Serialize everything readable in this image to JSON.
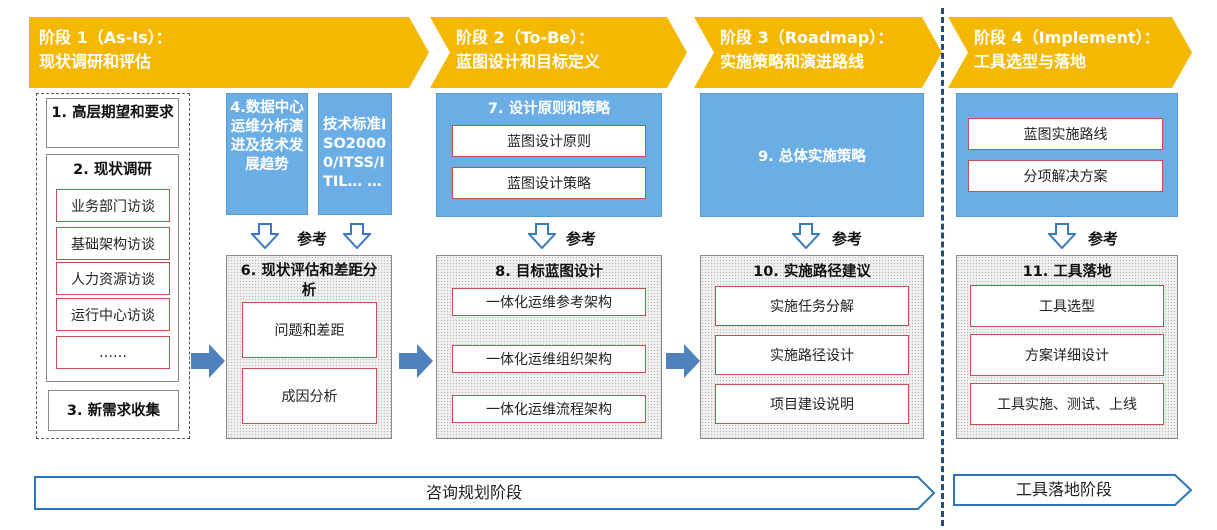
{
  "stages": [
    {
      "line1": "阶段 1（As-Is）：",
      "line2": "现状调研和评估"
    },
    {
      "line1": "阶段 2（To-Be）：",
      "line2": "蓝图设计和目标定义"
    },
    {
      "line1": "阶段 3（Roadmap）：",
      "line2": "实施策略和演进路线"
    },
    {
      "line1": "阶段 4（Implement）：",
      "line2": "工具选型与落地"
    }
  ],
  "col1": {
    "box1": "1. 高层期望和要求",
    "box2_title": "2. 现状调研",
    "interviews": [
      "业务部门访谈",
      "基础架构访谈",
      "人力资源访谈",
      "运行中心访谈",
      "……"
    ],
    "box3": "3. 新需求收集"
  },
  "col2": {
    "blue1": "4.数据中心运维分析演进及技术发展趋势",
    "blue2": "技术标准ISO20000/ITSS/ITIL… …",
    "ref": "参考",
    "box6_title": "6. 现状评估和差距分析",
    "items": [
      "问题和差距",
      "成因分析"
    ]
  },
  "col3": {
    "blue_title": "7. 设计原则和策略",
    "blue_items": [
      "蓝图设计原则",
      "蓝图设计策略"
    ],
    "ref": "参考",
    "box8_title": "8. 目标蓝图设计",
    "items": [
      "一体化运维参考架构",
      "一体化运维组织架构",
      "一体化运维流程架构"
    ]
  },
  "col4": {
    "blue_title": "9. 总体实施策略",
    "ref": "参考",
    "box10_title": "10. 实施路径建议",
    "items": [
      "实施任务分解",
      "实施路径设计",
      "项目建设说明"
    ]
  },
  "col5": {
    "blue_items": [
      "蓝图实施路线",
      "分项解决方案"
    ],
    "ref": "参考",
    "box11_title": "11. 工具落地",
    "items": [
      "工具选型",
      "方案详细设计",
      "工具实施、测试、上线"
    ]
  },
  "phases": {
    "consult": "咨询规划阶段",
    "tool": "工具落地阶段"
  },
  "colors": {
    "stage": "#f5b800",
    "blue_box": "#6baee6",
    "arrow": "#4f81bd",
    "red_border": "#c0504d",
    "divider": "#1f4e79"
  }
}
